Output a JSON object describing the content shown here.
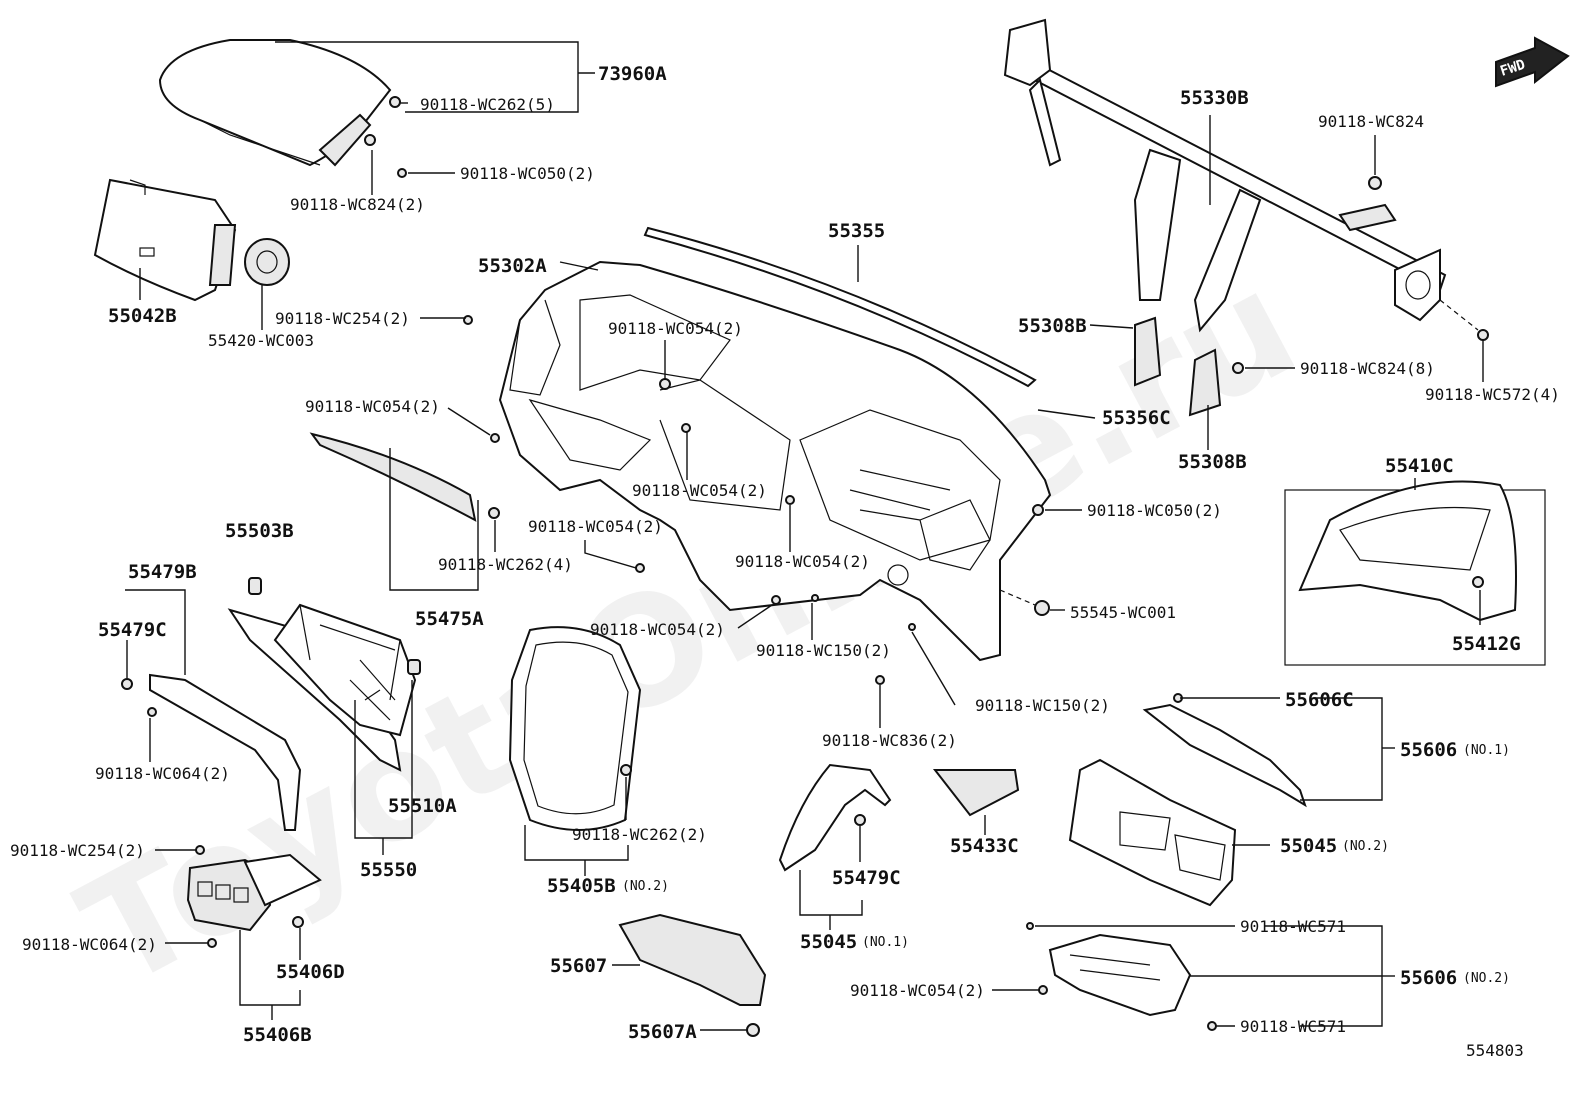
{
  "watermark": "ToyotaOnline.ru",
  "direction_badge": "FWD",
  "diagram_id": "554803",
  "labels": {
    "p73960A": "73960A",
    "w262_5": "90118-WC262(5)",
    "w050_2a": "90118-WC050(2)",
    "w824_2": "90118-WC824(2)",
    "p55042B": "55042B",
    "p55420": "55420-WC003",
    "w254_2a": "90118-WC254(2)",
    "p55355": "55355",
    "p55302A": "55302A",
    "w054_2a": "90118-WC054(2)",
    "w054_2b": "90118-WC054(2)",
    "w054_2c": "90118-WC054(2)",
    "w054_2d": "90118-WC054(2)",
    "w054_2e": "90118-WC054(2)",
    "w054_2f": "90118-WC054(2)",
    "w054_2g": "90118-WC054(2)",
    "w262_4": "90118-WC262(4)",
    "p55475A": "55475A",
    "p55503B": "55503B",
    "p55479B": "55479B",
    "p55479C_a": "55479C",
    "p55479C_b": "55479C",
    "w064_2a": "90118-WC064(2)",
    "w064_2b": "90118-WC064(2)",
    "p55510A": "55510A",
    "p55550": "55550",
    "w254_2b": "90118-WC254(2)",
    "p55406D": "55406D",
    "p55406B": "55406B",
    "w262_2": "90118-WC262(2)",
    "p55405B": "55405B",
    "p55405B_sub": "(NO.2)",
    "p55607": "55607",
    "p55607A": "55607A",
    "w150_2a": "90118-WC150(2)",
    "w150_2b": "90118-WC150(2)",
    "w836_2": "90118-WC836(2)",
    "p55045_1": "55045",
    "p55045_1_sub": "(NO.1)",
    "p55433C": "55433C",
    "p55330B": "55330B",
    "w824": "90118-WC824",
    "p55308B_a": "55308B",
    "p55308B_b": "55308B",
    "w824_8": "90118-WC824(8)",
    "w572_4": "90118-WC572(4)",
    "p55356C": "55356C",
    "w050_2b": "90118-WC050(2)",
    "p55545": "55545-WC001",
    "p55410C": "55410C",
    "p55412G": "55412G",
    "p55606C": "55606C",
    "p55606_1": "55606",
    "p55606_1_sub": "(NO.1)",
    "p55045_2": "55045",
    "p55045_2_sub": "(NO.2)",
    "w571_a": "90118-WC571",
    "w571_b": "90118-WC571",
    "p55606_2": "55606",
    "p55606_2_sub": "(NO.2)"
  }
}
